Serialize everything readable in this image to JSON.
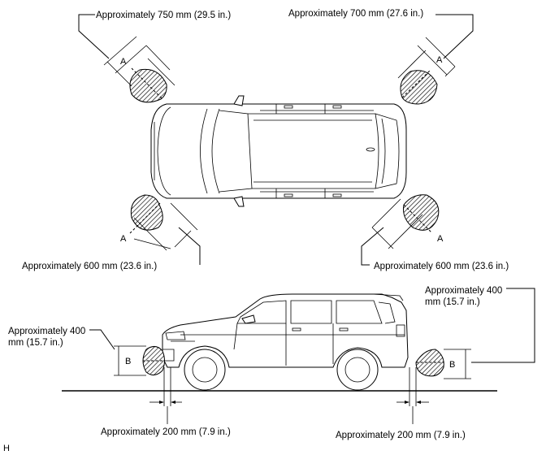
{
  "labels": {
    "front_left_top": "Approximately 750 mm (29.5 in.)",
    "front_right_top": "Approximately 700 mm (27.6 in.)",
    "rear_left_bottom": "Approximately 600 mm (23.6 in.)",
    "rear_right_bottom": "Approximately 600 mm (23.6 in.)",
    "side_front_height_line1": "Approximately 400",
    "side_front_height_line2": "mm (15.7 in.)",
    "side_rear_height_line1": "Approximately 400",
    "side_rear_height_line2": "mm (15.7 in.)",
    "side_front_distance": "Approximately 200 mm (7.9 in.)",
    "side_rear_distance": "Approximately 200 mm (7.9 in.)"
  },
  "markers": {
    "a": "A",
    "b": "B"
  },
  "figure_code": "H"
}
